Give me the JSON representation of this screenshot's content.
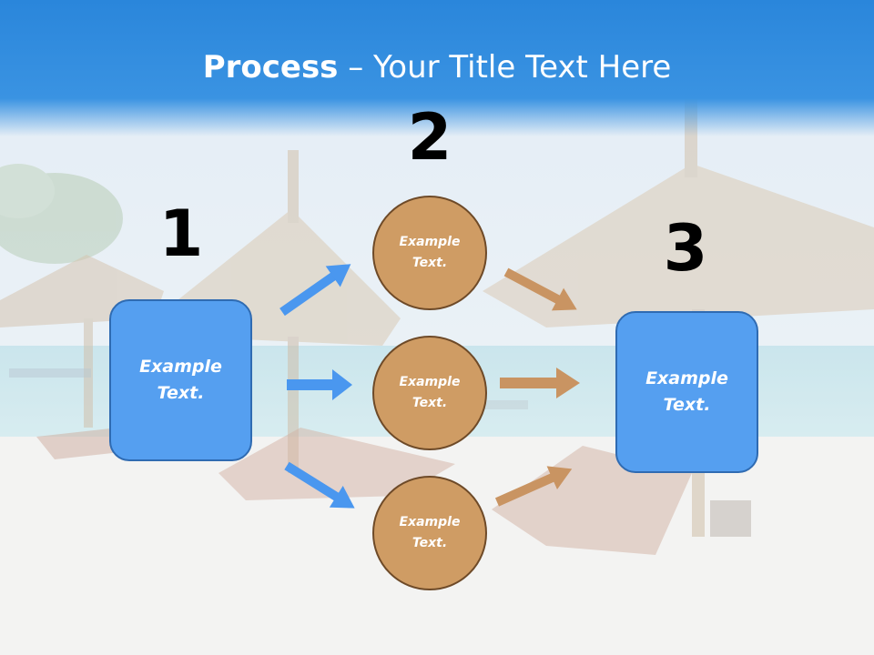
{
  "title": {
    "bold": "Process",
    "rest": " – Your Title Text Here"
  },
  "steps": [
    {
      "number": "1"
    },
    {
      "number": "2"
    },
    {
      "number": "3"
    }
  ],
  "left_box": {
    "text": "Example Text."
  },
  "right_box": {
    "text": "Example Text."
  },
  "circles": [
    {
      "text": "Example Text."
    },
    {
      "text": "Example Text."
    },
    {
      "text": "Example Text."
    }
  ],
  "colors": {
    "header_blue": "#2a86db",
    "box_blue": "#559ff0",
    "arrow_blue": "#4a97ef",
    "circle_tan": "#cf9c64",
    "arrow_tan": "#c99462"
  }
}
